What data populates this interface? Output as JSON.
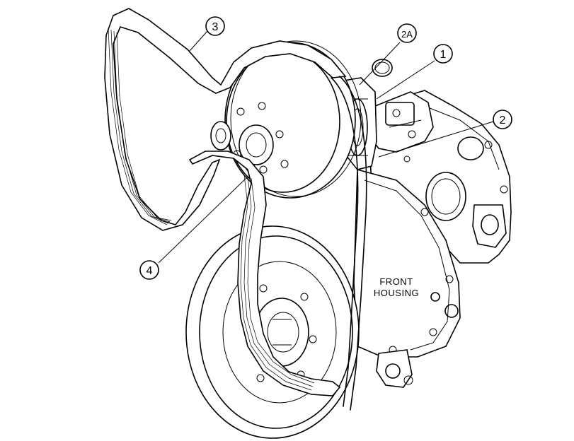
{
  "diagram": {
    "callouts": [
      {
        "id": "c1",
        "label": "1"
      },
      {
        "id": "c2",
        "label": "2"
      },
      {
        "id": "c2a",
        "label": "2A"
      },
      {
        "id": "c3",
        "label": "3"
      },
      {
        "id": "c4",
        "label": "4"
      }
    ],
    "housing_label_line1": "FRONT",
    "housing_label_line2": "HOUSING"
  }
}
